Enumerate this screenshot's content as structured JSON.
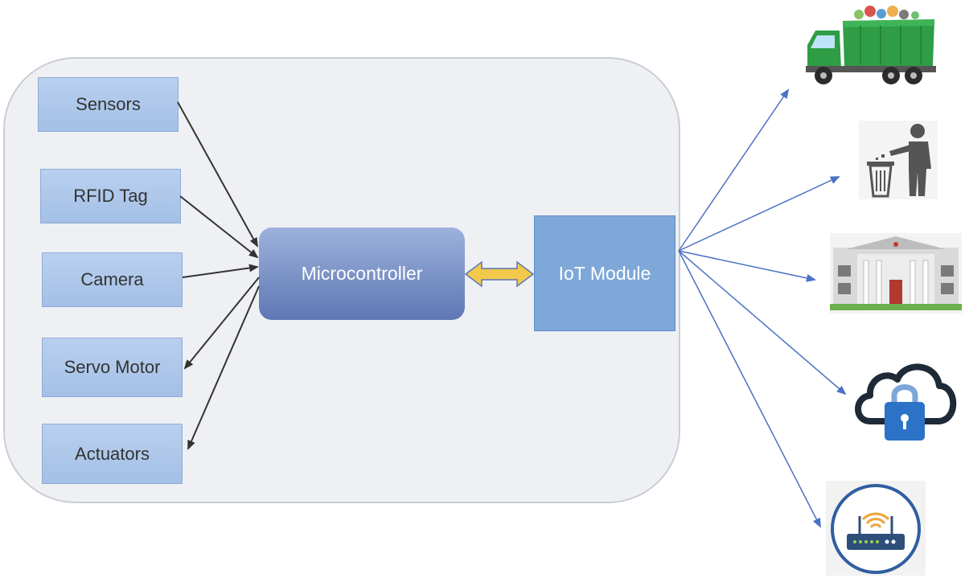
{
  "components": {
    "inputs": [
      "Sensors",
      "RFID Tag",
      "Camera",
      "Servo Motor",
      "Actuators"
    ],
    "controller": "Microcontroller",
    "iot": "IoT Module"
  },
  "icons": [
    "garbage-truck-icon",
    "trash-disposal-person-icon",
    "government-building-icon",
    "cloud-lock-icon",
    "wifi-router-icon"
  ],
  "colors": {
    "panel": "#eef0f4",
    "input_box": "#a9c4e9",
    "controller": "#6f87c0",
    "iot_module": "#7ea8d8",
    "bidirectional_arrow": "#f2c94c",
    "output_arrows": "#4a72c4",
    "input_arrows": "#333333"
  }
}
